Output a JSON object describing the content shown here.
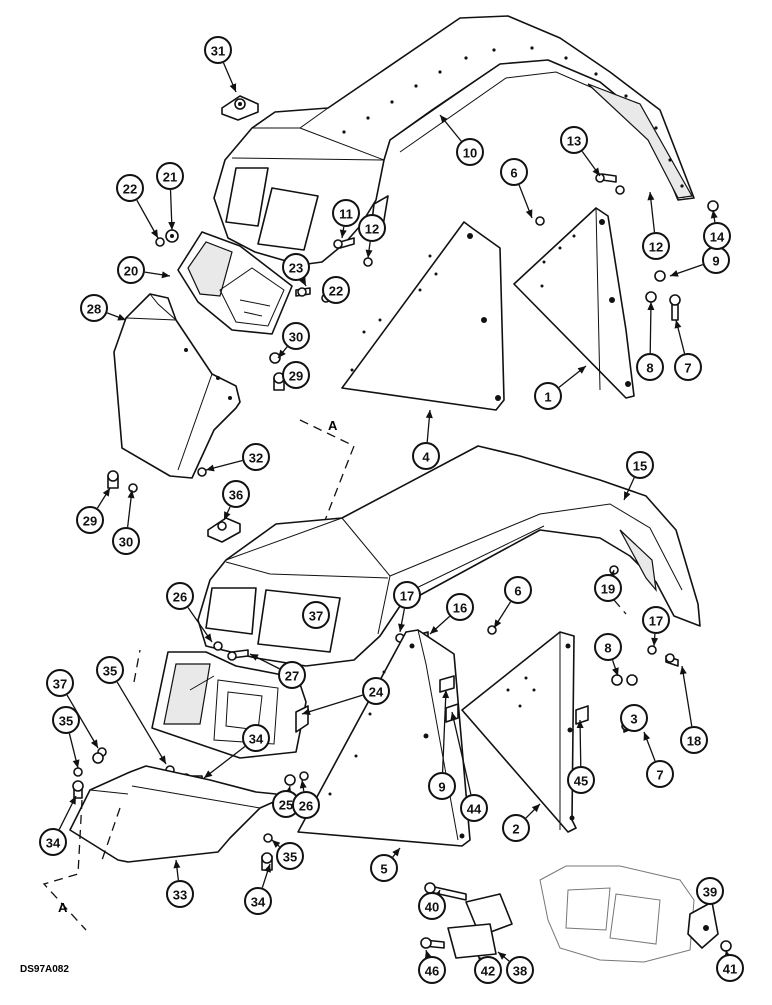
{
  "diagram": {
    "code": "DS97A082",
    "section_label": "A",
    "callouts": [
      "1",
      "2",
      "3",
      "4",
      "5",
      "6",
      "6",
      "7",
      "7",
      "8",
      "8",
      "9",
      "9",
      "10",
      "11",
      "12",
      "12",
      "13",
      "14",
      "15",
      "16",
      "17",
      "17",
      "18",
      "19",
      "20",
      "21",
      "22",
      "22",
      "23",
      "24",
      "25",
      "26",
      "26",
      "27",
      "28",
      "29",
      "29",
      "30",
      "30",
      "31",
      "32",
      "33",
      "34",
      "34",
      "34",
      "35",
      "35",
      "35",
      "36",
      "37",
      "37",
      "38",
      "39",
      "40",
      "41",
      "42",
      "44",
      "45",
      "46"
    ]
  }
}
